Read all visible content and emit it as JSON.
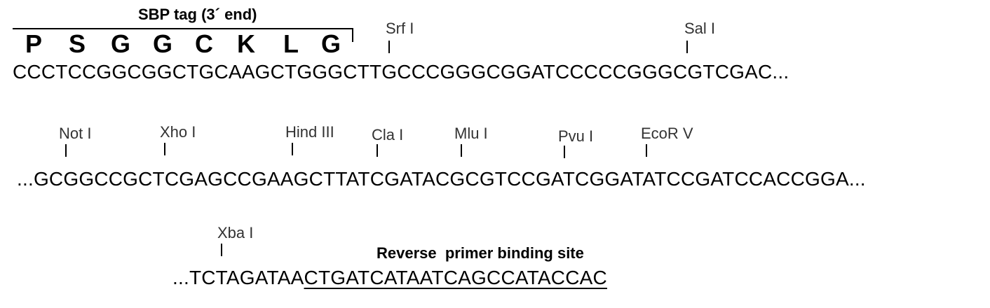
{
  "sbp_tag": {
    "title": "SBP tag (3´ end)",
    "residues": [
      "P",
      "S",
      "G",
      "G",
      "C",
      "K",
      "L",
      "G"
    ]
  },
  "row1": {
    "sequence": "CCCTCCGGCGGCTGCAAGCTGGGCTTGCCCGGGCGGATCCCCCGGGCGTCGAC...",
    "sites": [
      "Srf I",
      "Sal I"
    ]
  },
  "row2": {
    "sequence": "...GCGGCCGCTCGAGCCGAAGCTTATCGATACGCGTCCGATCGGATATCCGATCCACCGGA...",
    "sites": [
      "Not I",
      "Xho I",
      "Hind III",
      "Cla I",
      "Mlu I",
      "Pvu I",
      "EcoR V"
    ]
  },
  "row3": {
    "sequence_prefix": "...TCTAGATAA",
    "sequence_underlined": "CTGATCATAATCAGCCATACCAC",
    "sites": [
      "Xba I"
    ],
    "primer_label": "Reverse  primer binding site"
  }
}
